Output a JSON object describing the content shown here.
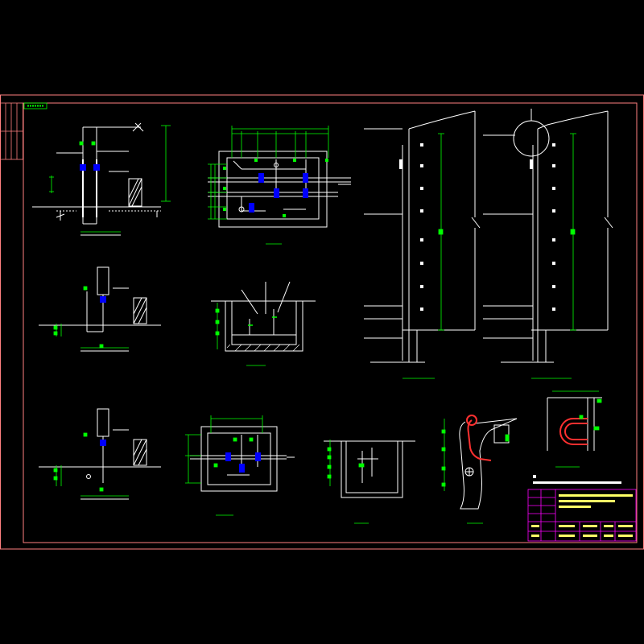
{
  "drawing": {
    "background": "#000000",
    "colors": {
      "frame": "#ff8080",
      "structure": "#ffffff",
      "dimension": "#00ff00",
      "valve": "#0000ff",
      "pipe_highlight": "#ff3030",
      "title_block": "#ff00ff",
      "title_text": "#ffff66",
      "grid_tag": "#00ff00"
    }
  },
  "title_block": {
    "title_line1": "",
    "title_line2": ""
  },
  "notes": {
    "note_header": "",
    "note_body": ""
  },
  "views": [
    {
      "id": "view-valve-elevation-1"
    },
    {
      "id": "view-valve-pit-plan-1"
    },
    {
      "id": "view-pipe-wall-section-1"
    },
    {
      "id": "view-pipe-wall-section-2"
    },
    {
      "id": "view-valve-elevation-2"
    },
    {
      "id": "view-valve-pit-section-1"
    },
    {
      "id": "view-valve-elevation-3"
    },
    {
      "id": "view-valve-pit-plan-2"
    },
    {
      "id": "view-valve-pit-section-2"
    },
    {
      "id": "view-bend-detail"
    },
    {
      "id": "view-clamp-detail"
    }
  ]
}
